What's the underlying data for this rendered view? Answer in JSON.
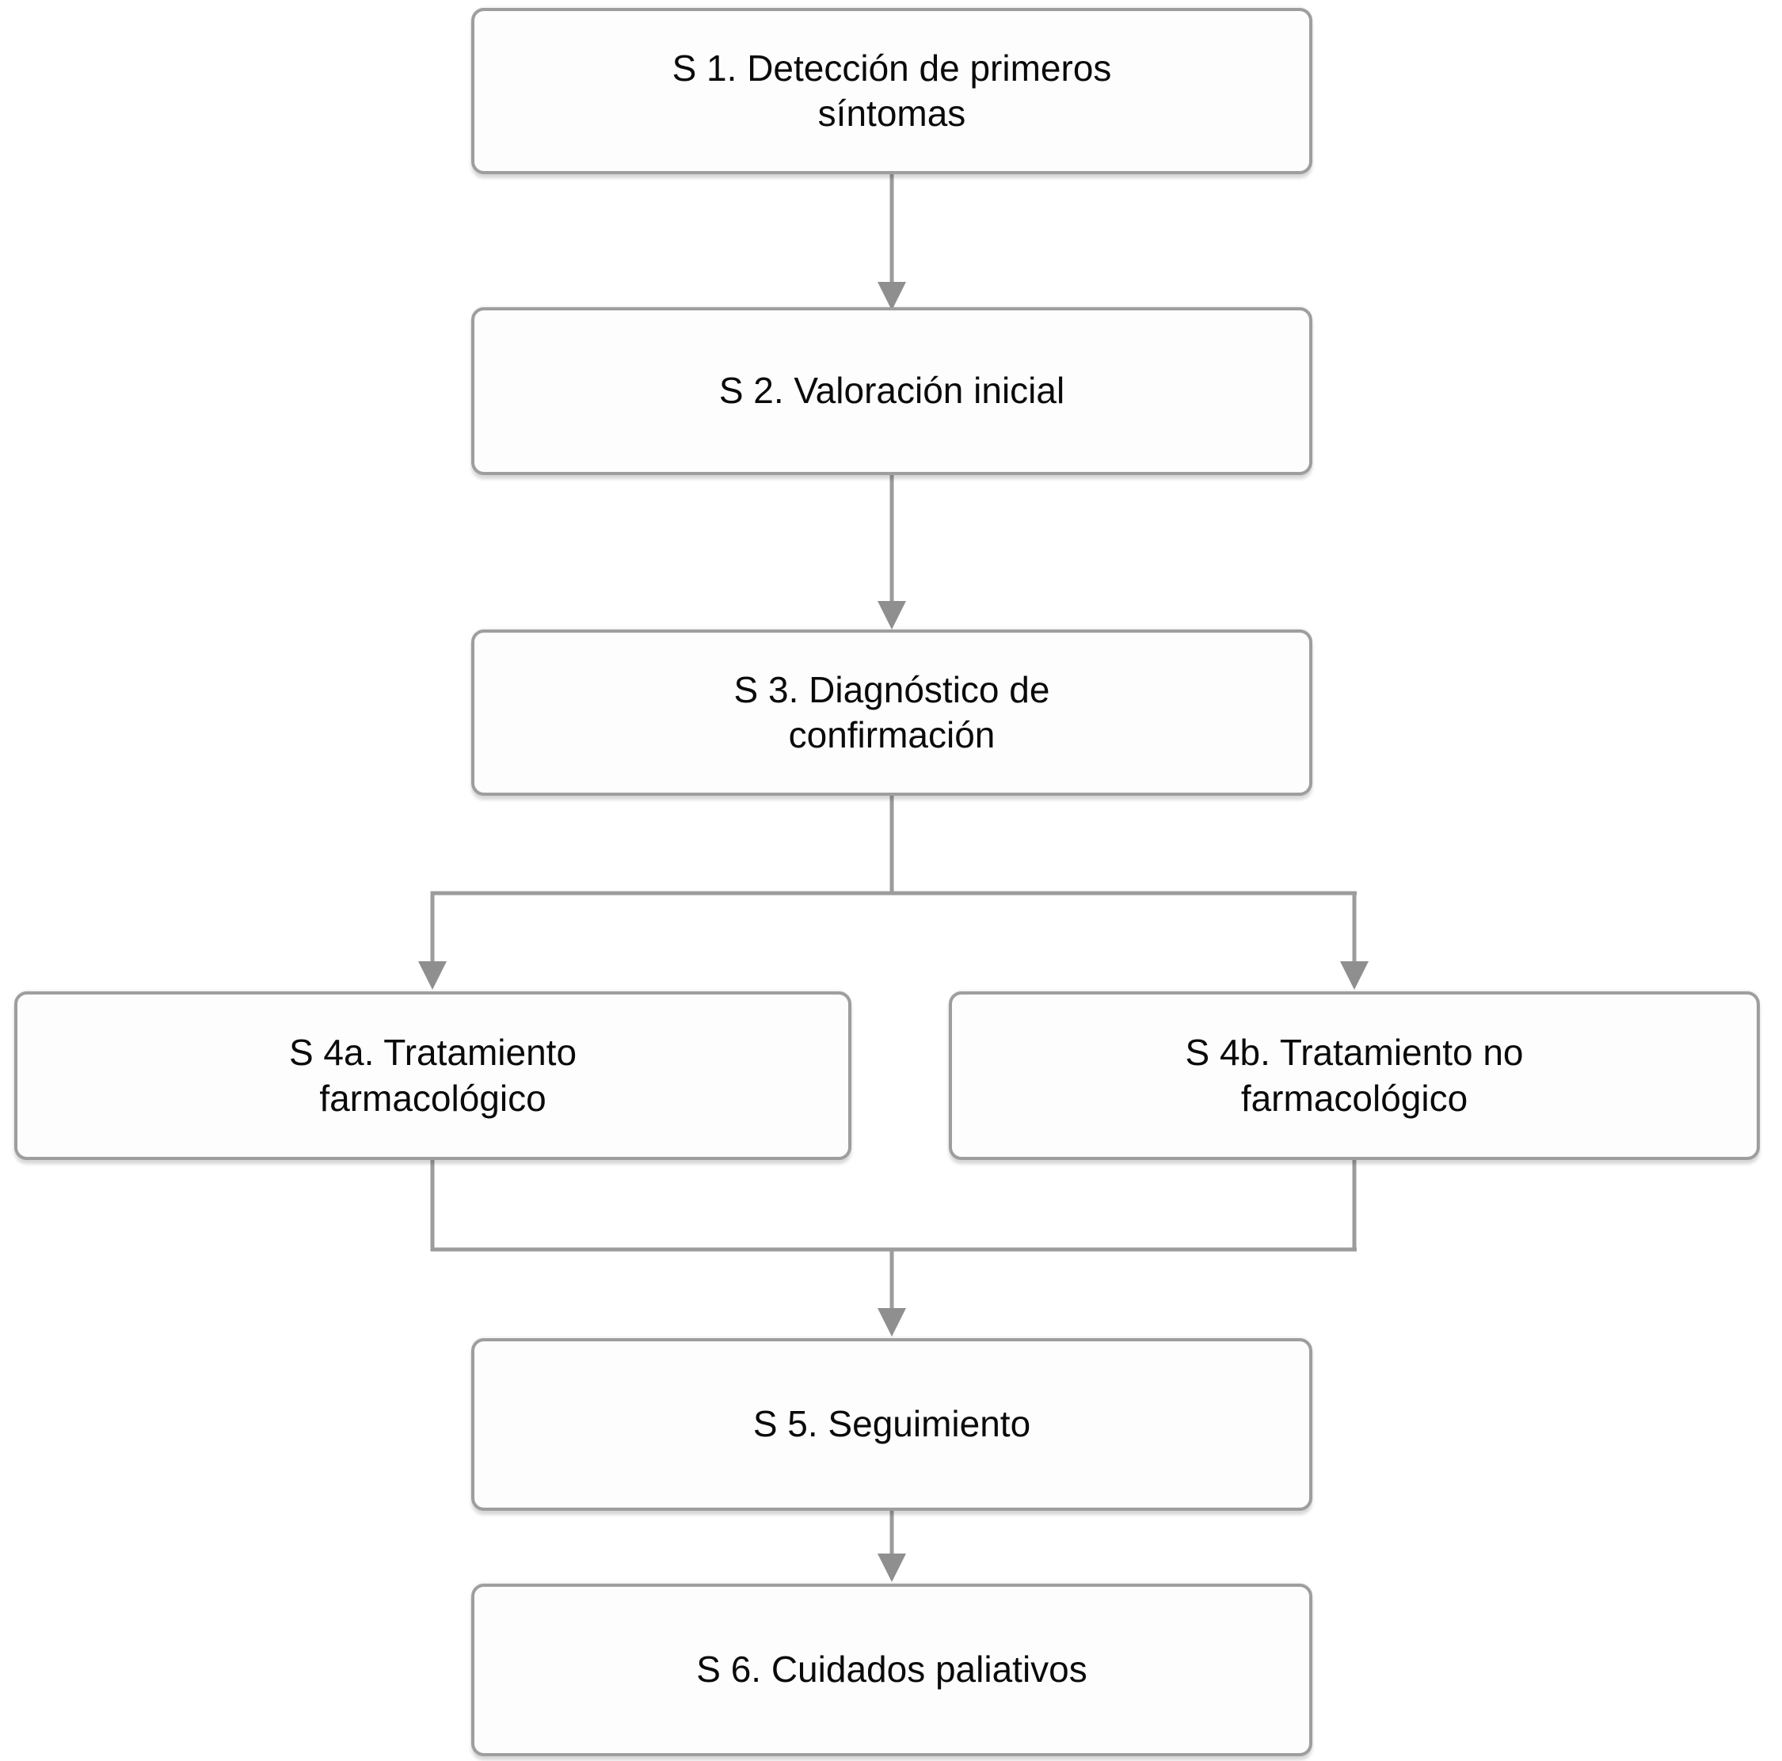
{
  "diagram": {
    "type": "flowchart",
    "nodes": [
      {
        "id": "s1",
        "label": "S 1. Detección de primeros\nsíntomas"
      },
      {
        "id": "s2",
        "label": "S 2. Valoración inicial"
      },
      {
        "id": "s3",
        "label": "S 3. Diagnóstico de\nconfirmación"
      },
      {
        "id": "s4a",
        "label": "S 4a. Tratamiento\nfarmacológico"
      },
      {
        "id": "s4b",
        "label": "S 4b. Tratamiento no\nfarmacológico"
      },
      {
        "id": "s5",
        "label": "S 5. Seguimiento"
      },
      {
        "id": "s6",
        "label": "S 6. Cuidados paliativos"
      }
    ],
    "edges": [
      {
        "from": "s1",
        "to": "s2",
        "arrow": true
      },
      {
        "from": "s2",
        "to": "s3",
        "arrow": true
      },
      {
        "from": "s3",
        "to": "s4a",
        "arrow": true
      },
      {
        "from": "s3",
        "to": "s4b",
        "arrow": true
      },
      {
        "from": "s4a",
        "to": "s5",
        "arrow": true
      },
      {
        "from": "s4b",
        "to": "s5",
        "arrow": true
      },
      {
        "from": "s5",
        "to": "s6",
        "arrow": true
      }
    ],
    "colors": {
      "background": "#ffffff",
      "node_fill": "#fdfdfd",
      "node_border": "#9e9e9e",
      "connector": "#9c9c9c",
      "arrowhead": "#8f8f8f",
      "text": "#0a0a0a"
    }
  }
}
